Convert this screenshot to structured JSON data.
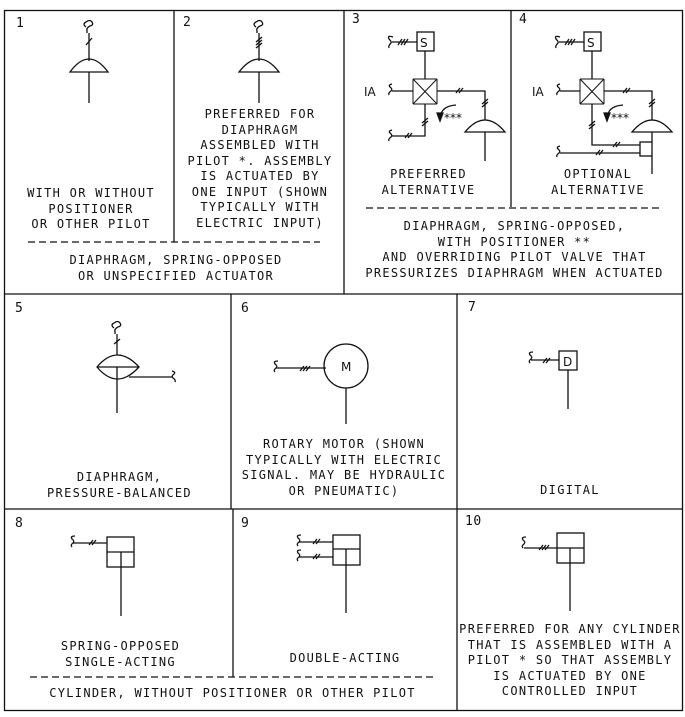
{
  "figure": {
    "cells": [
      {
        "number": "1",
        "caption": "WITH OR WITHOUT\nPOSITIONER\nOR OTHER PILOT"
      },
      {
        "number": "2",
        "caption": "PREFERRED FOR\nDIAPHRAGM\nASSEMBLED WITH\nPILOT *. ASSEMBLY\nIS ACTUATED BY\nONE INPUT (SHOWN\nTYPICALLY WITH\nELECTRIC INPUT)"
      },
      {
        "number": "3",
        "caption": "PREFERRED\nALTERNATIVE",
        "solenoid_label": "S",
        "air_label": "IA",
        "note_mark": "***"
      },
      {
        "number": "4",
        "caption": "OPTIONAL\nALTERNATIVE",
        "solenoid_label": "S",
        "air_label": "IA",
        "note_mark": "***"
      },
      {
        "number": "5",
        "caption": "DIAPHRAGM,\nPRESSURE-BALANCED"
      },
      {
        "number": "6",
        "caption": "ROTARY MOTOR (SHOWN\nTYPICALLY WITH ELECTRIC\nSIGNAL. MAY BE HYDRAULIC\nOR PNEUMATIC)",
        "motor_label": "M"
      },
      {
        "number": "7",
        "caption": "DIGITAL",
        "digital_label": "D"
      },
      {
        "number": "8",
        "caption": "SPRING-OPPOSED\nSINGLE-ACTING"
      },
      {
        "number": "9",
        "caption": "DOUBLE-ACTING"
      },
      {
        "number": "10",
        "caption": "PREFERRED FOR ANY CYLINDER\nTHAT IS ASSEMBLED WITH A\nPILOT * SO THAT ASSEMBLY\nIS ACTUATED BY ONE\nCONTROLLED INPUT"
      }
    ],
    "group_captions": {
      "group_1_2": "DIAPHRAGM, SPRING-OPPOSED\nOR UNSPECIFIED ACTUATOR",
      "group_3_4": "DIAPHRAGM, SPRING-OPPOSED,\nWITH POSITIONER **\nAND OVERRIDING PILOT VALVE THAT\nPRESSURIZES DIAPHRAGM WHEN ACTUATED",
      "group_8_9": "CYLINDER, WITHOUT POSITIONER OR OTHER PILOT"
    }
  }
}
